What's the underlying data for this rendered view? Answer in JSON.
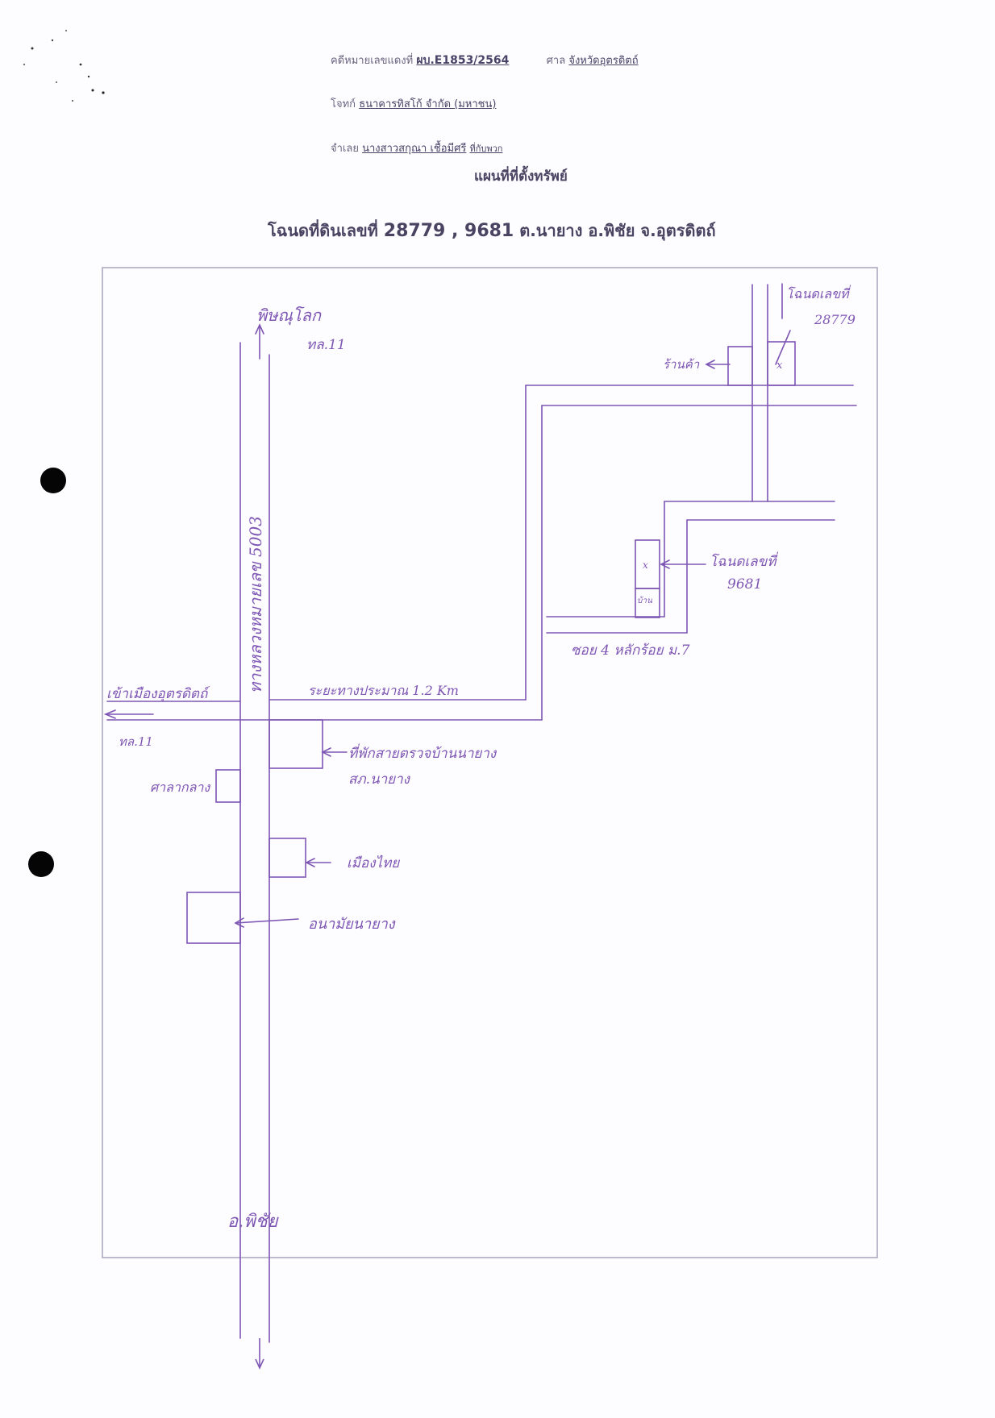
{
  "header": {
    "case_label": "คดีหมายเลขแดงที่",
    "case_number": "ผบ.E1853/2564",
    "court_label": "ศาล",
    "court_name": "จังหวัดอุตรดิตถ์",
    "plaintiff_label": "โจทก์",
    "plaintiff_name": "ธนาคารทิสโก้ จำกัด (มหาชน)",
    "defendant_label": "จำเลย",
    "defendant_name": "นางสาวสกุณา เชื้อมีศรี",
    "defendant_suffix": "ที่กับพวก",
    "plan_title": "แผนที่ที่ตั้งทรัพย์",
    "deed_prefix": "โฉนดที่ดินเลขที่",
    "deed_numbers": "28779 , 9681",
    "deed_location": "ต.นายาง อ.พิชัย จ.อุตรดิตถ์"
  },
  "map": {
    "north_dest_line1": "พิษณุโลก",
    "north_dest_line2": "ทล.11",
    "highway_label": "ทางหลวงหมายเลข 5003",
    "west_dest": "เข้าเมืองอุตรดิตถ์",
    "west_road": "ทล.11",
    "distance_label": "ระยะทางประมาณ 1.2 Km",
    "police_line1": "ที่พักสายตรวจบ้านนายาง",
    "police_line2": "สภ.นายาง",
    "temple_label": "ศาลากลาง",
    "store_label": "เมืองไทย",
    "health_label": "อนามัยนายาง",
    "soi_label": "ซอย 4 หลักร้อย ม.7",
    "shop_label": "ร้านค้า",
    "deed1_line1": "โฉนดเลขที่",
    "deed1_line2": "28779",
    "deed2_line1": "โฉนดเลขที่",
    "deed2_line2": "9681",
    "house_label": "บ้าน",
    "south_dest": "อ.พิชัย",
    "mark": "x"
  },
  "colors": {
    "ink": "#7e56b4",
    "frame": "#a9a4bd",
    "text": "#4a4462"
  }
}
